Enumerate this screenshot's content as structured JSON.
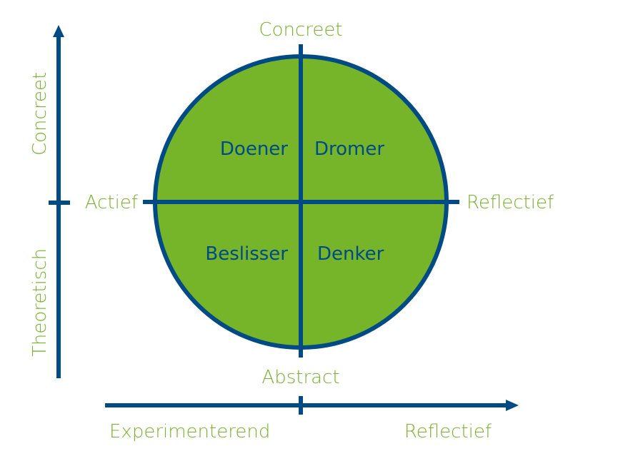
{
  "colors": {
    "axis": "#004a85",
    "circle_fill": "#76b52a",
    "label_green": "#76b52a",
    "quadrant_text": "#004a85"
  },
  "circle": {
    "top_label": "Concreet",
    "bottom_label": "Abstract",
    "left_label": "Actief",
    "right_label": "Reflectief"
  },
  "quadrants": [
    {
      "position": "top-left",
      "label": "Doener"
    },
    {
      "position": "top-right",
      "label": "Dromer"
    },
    {
      "position": "bottom-left",
      "label": "Beslisser"
    },
    {
      "position": "bottom-right",
      "label": "Denker"
    }
  ],
  "vertical_axis": {
    "top_label": "Concreet",
    "bottom_label": "Theoretisch"
  },
  "horizontal_axis": {
    "left_label": "Experimenterend",
    "right_label": "Reflectief"
  }
}
